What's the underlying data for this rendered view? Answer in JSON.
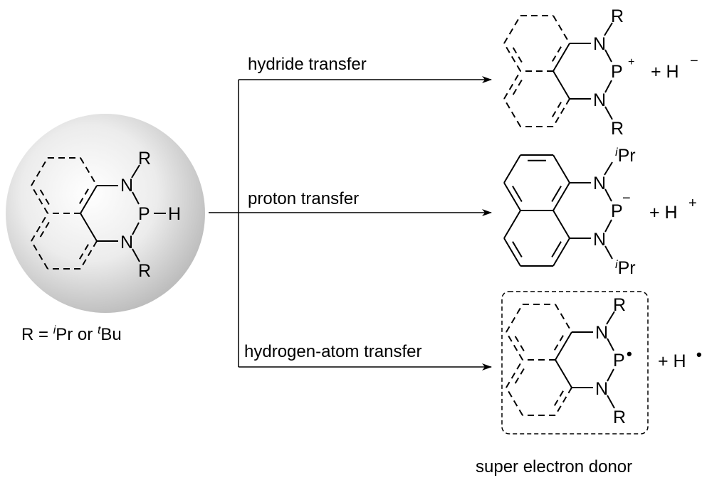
{
  "reactant": {
    "substituent_note_prefix": "R = ",
    "iPr_sup": "i",
    "iPr": "Pr",
    "or": " or ",
    "tBu_sup": "t",
    "tBu": "Bu",
    "atoms": {
      "R": "R",
      "N": "N",
      "P": "P",
      "H": "H"
    }
  },
  "reactions": [
    {
      "label": "hydride transfer",
      "byproduct": "+ H",
      "byproduct_charge": "−",
      "p_charge": "+",
      "substituent": "R"
    },
    {
      "label": "proton transfer",
      "byproduct": "+ H",
      "byproduct_charge": "+",
      "p_charge": "−",
      "substituent_sup": "i",
      "substituent": "Pr"
    },
    {
      "label": "hydrogen-atom transfer",
      "byproduct": "+ H",
      "byproduct_charge": "•",
      "p_charge": "•",
      "substituent": "R",
      "box_caption": "super electron donor"
    }
  ]
}
